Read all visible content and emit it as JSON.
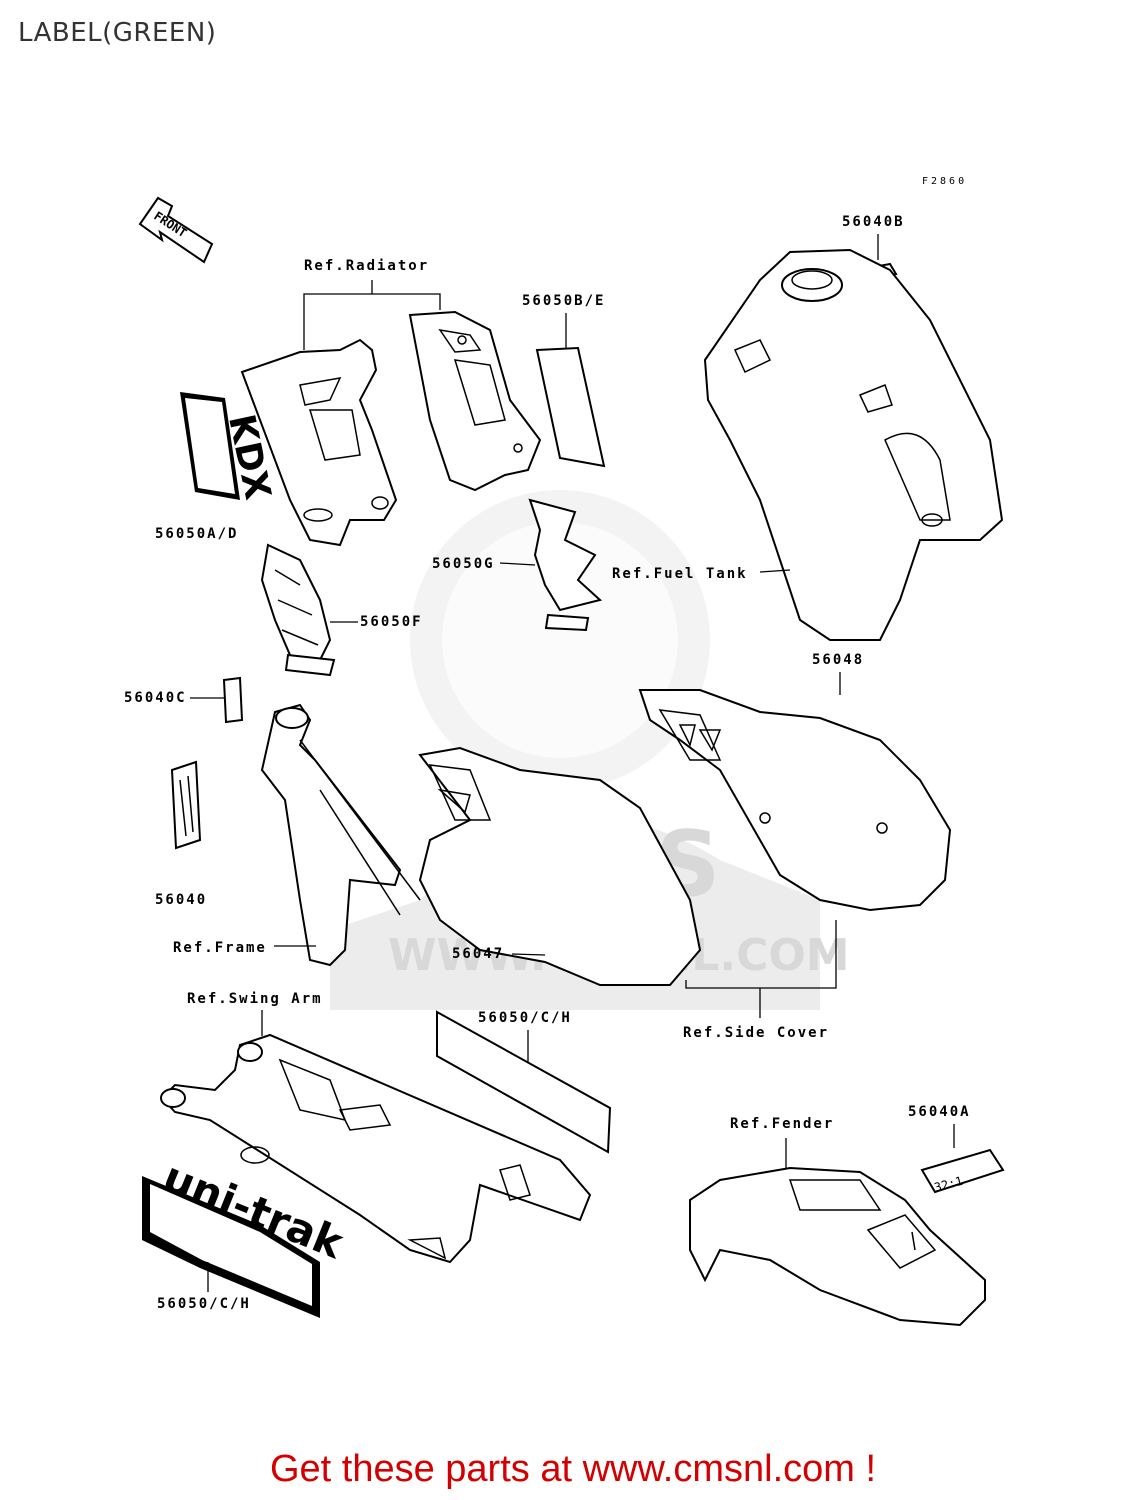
{
  "page": {
    "title": "LABEL(GREEN)"
  },
  "figure_code": "F2860",
  "labels": {
    "front": "FRONT",
    "ref_radiator": "Ref.Radiator",
    "p56050be": "56050B/E",
    "p56040b": "56040B",
    "p56050ad": "56050A/D",
    "p56050g": "56050G",
    "ref_fuel_tank": "Ref.Fuel Tank",
    "p56050f": "56050F",
    "p56048": "56048",
    "p56040c": "56040C",
    "p56040": "56040",
    "ref_frame": "Ref.Frame",
    "p56047": "56047",
    "ref_swing_arm": "Ref.Swing Arm",
    "p56050ch_top": "56050/C/H",
    "ref_side_cover": "Ref.Side Cover",
    "ref_fender": "Ref.Fender",
    "p56040a": "56040A",
    "p56050ch_bottom": "56050/C/H"
  },
  "decal_text": {
    "unitrak": "uni-trak",
    "kdx": "KDX",
    "ratio": "32:1"
  },
  "watermark": {
    "brand": "CMS",
    "url": "WWW.CMSNL.COM"
  },
  "footer": {
    "text": "Get these parts at www.cmsnl.com !"
  },
  "colors": {
    "footer": "#d40000",
    "watermark": "#d8d8d8"
  }
}
